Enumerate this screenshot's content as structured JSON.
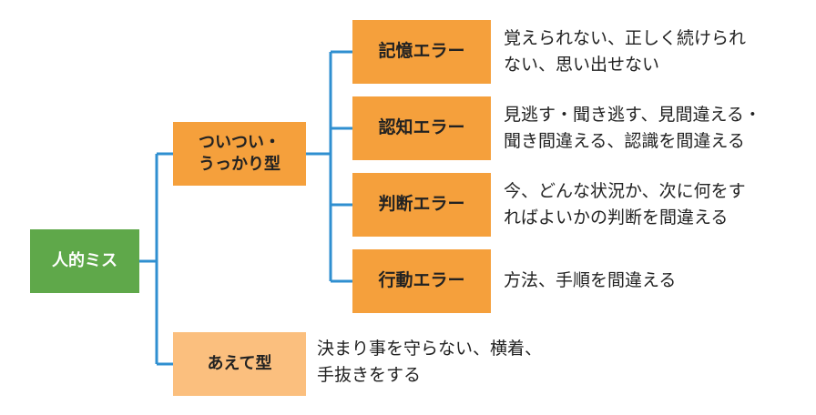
{
  "root": {
    "label": "人的ミス"
  },
  "categories": [
    {
      "label_lines": [
        "ついつい・",
        "うっかり型"
      ]
    },
    {
      "label_lines": [
        "あえて型"
      ],
      "description_lines": [
        "決まり事を守らない、横着、",
        "手抜きをする"
      ]
    }
  ],
  "errors": [
    {
      "label": "記憶エラー",
      "description_lines": [
        "覚えられない、正しく続けられ",
        "ない、思い出せない"
      ]
    },
    {
      "label": "認知エラー",
      "description_lines": [
        "見逃す・聞き逃す、見間違える・",
        "聞き間違える、認識を間違える"
      ]
    },
    {
      "label": "判断エラー",
      "description_lines": [
        "今、どんな状況か、次に何をす",
        "ればよいかの判断を間違える"
      ]
    },
    {
      "label": "行動エラー",
      "description_lines": [
        "方法、手順を間違える"
      ]
    }
  ],
  "colors": {
    "root": "#5fa84a",
    "category_primary": "#f5a03c",
    "category_secondary": "#fbbf7e",
    "connector": "#2f8fd0"
  }
}
